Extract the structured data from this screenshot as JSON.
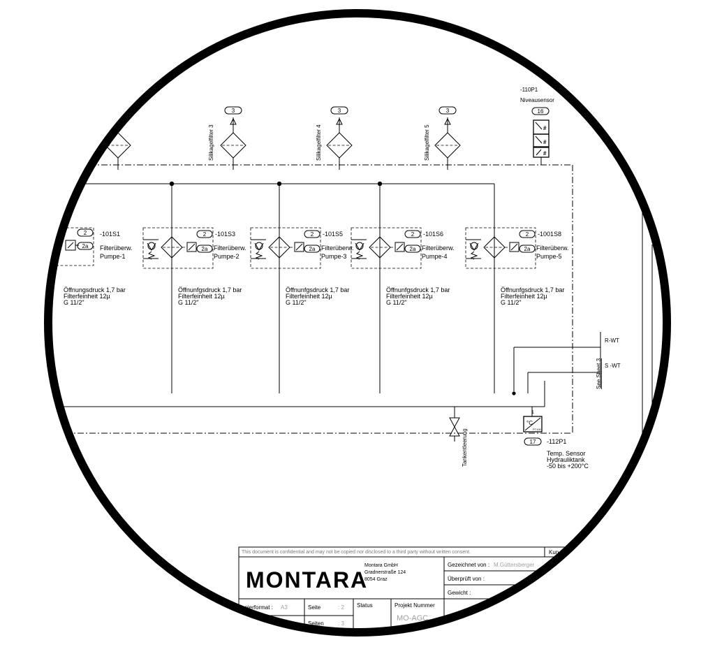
{
  "top_sensors": {
    "tag": "-110P1",
    "label": "Niveausensor",
    "number": "16"
  },
  "silica_filters": [
    {
      "label": "Silikagelfilter 3",
      "ref": "3"
    },
    {
      "label": "Silikagelfilter 4",
      "ref": "3"
    },
    {
      "label": "Silikagelfilter 5",
      "ref": "3"
    }
  ],
  "filters": [
    {
      "tag": "-101S1",
      "desc": "Filterüberw.",
      "pump": "Pumpe-1",
      "ref2": "2",
      "ref2a": "2a",
      "line1": "Öffnungsdruck 1,7 bar",
      "line2": "Filterfeinheit 12µ",
      "line3": "G 11/2\""
    },
    {
      "tag": "-101S3",
      "desc": "Filterüberw.",
      "pump": "Pumpe-2",
      "ref2": "2",
      "ref2a": "2a",
      "line1": "Öffnunfgsdruck 1,7 bar",
      "line2": "Filterfeinheit 12µ",
      "line3": "G 11/2\""
    },
    {
      "tag": "-101S5",
      "desc": "Filterüberw.",
      "pump": "Pumpe-3",
      "ref2": "2",
      "ref2a": "2a",
      "line1": "Öffnunfgsdruck 1,7 bar",
      "line2": "Filterfeinheit 12µ",
      "line3": "G 11/2\""
    },
    {
      "tag": "-101S6",
      "desc": "Filterüberw.",
      "pump": "Pumpe-4",
      "ref2": "2",
      "ref2a": "2a",
      "line1": "Öffnunfgsdruck 1,7 bar",
      "line2": "Filterfeinheit 12µ",
      "line3": "G 11/2\""
    },
    {
      "tag": "-1001S8",
      "desc": "Filterüberw.",
      "pump": "Pumpe-5",
      "ref2": "2",
      "ref2a": "2a",
      "line1": "Öffnunfgsdruck 1,7 bar",
      "line2": "Filterfeinheit 12µ",
      "line3": "G 11/2\""
    }
  ],
  "return_lines": {
    "r": "R-WT",
    "s": "S -WT",
    "sheet_ref": "See Sheet 3"
  },
  "drain": {
    "label": "Tankentleerung"
  },
  "temp_sensor": {
    "port": "1",
    "number": "17",
    "tag": "-112P1",
    "line1": "Temp. Sensor",
    "line2": "Hydrauliktank",
    "line3": "-50 bis +200°C",
    "symbol": "°C",
    "sub": "PT100"
  },
  "title_block": {
    "confidential": "This document is confidential and may not be copied nor disclosed to a third party without written consent.",
    "kunde": "Kun",
    "logo": "MONTARA",
    "company": "Montara GmbH",
    "street": "Gradnerstraße 124",
    "city": "8054 Graz",
    "drawn_label": "Gezeichnet von :",
    "drawn_value": "M.Güttersberger",
    "checked_label": "Überprüft von :",
    "weight_label": "Gewicht :",
    "paper_label": "apierformat :",
    "paper_value": "A3",
    "page_label": "Seite",
    "page_value": ": 2",
    "pages_label": "Seiten",
    "pages_value": ": 3",
    "status_label": "Status",
    "project_label": "Projekt Nummer",
    "project_value": "MO-AGC"
  }
}
